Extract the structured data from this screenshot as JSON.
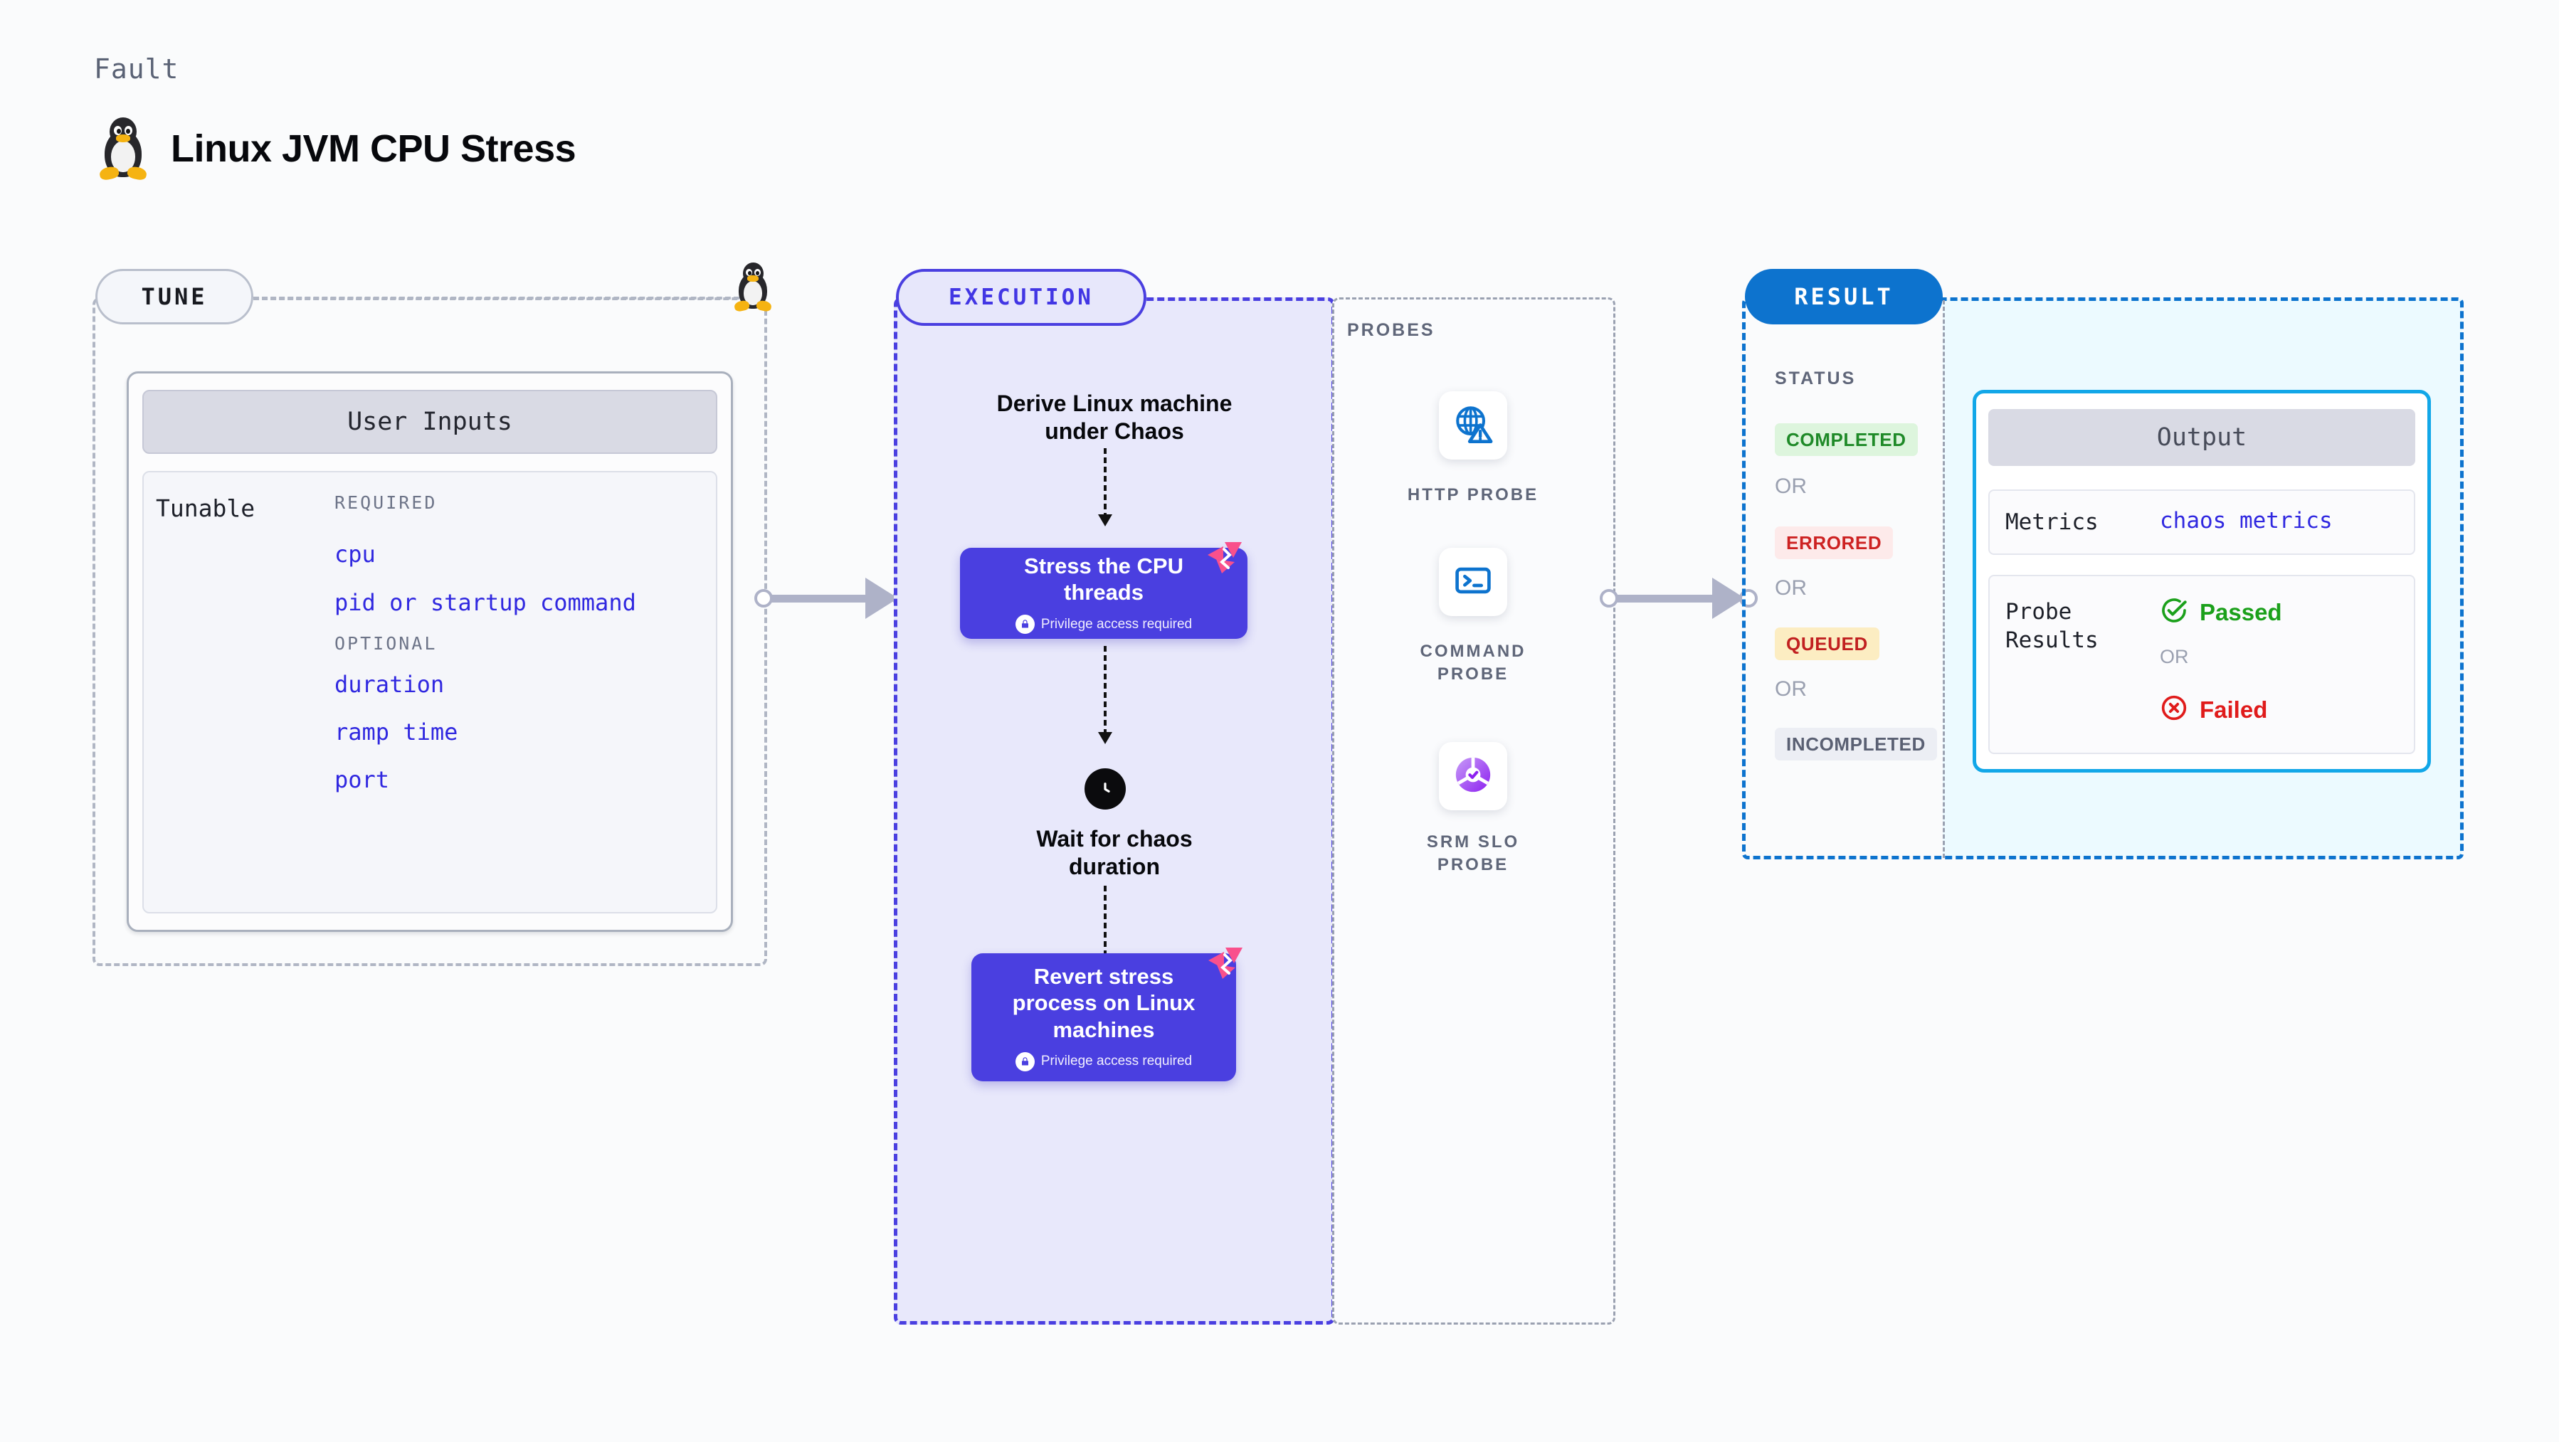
{
  "header": {
    "kicker": "Fault",
    "title": "Linux JVM CPU Stress",
    "icon": "linux-penguin-icon"
  },
  "tune": {
    "tag": "TUNE",
    "card_title": "User Inputs",
    "tunable_label": "Tunable",
    "groups": [
      {
        "label": "REQUIRED",
        "params": [
          "cpu",
          "pid or startup command"
        ]
      },
      {
        "label": "OPTIONAL",
        "params": [
          "duration",
          "ramp time",
          "port"
        ]
      }
    ]
  },
  "execution": {
    "tag": "EXECUTION",
    "steps": [
      {
        "type": "text",
        "label": "Derive Linux machine\nunder Chaos"
      },
      {
        "type": "node",
        "label": "Stress the CPU\nthreads",
        "privilege": "Privilege access required",
        "badge": "harness-chaos-icon"
      },
      {
        "type": "wait",
        "label": "Wait for chaos\nduration",
        "icon": "clock-icon"
      },
      {
        "type": "node",
        "label": "Revert stress\nprocess on Linux\nmachines",
        "privilege": "Privilege access required",
        "badge": "harness-chaos-icon"
      }
    ]
  },
  "probes": {
    "section_label": "PROBES",
    "items": [
      {
        "icon": "globe-warning-icon",
        "caption": "HTTP  PROBE"
      },
      {
        "icon": "terminal-icon",
        "caption": "COMMAND\nPROBE"
      },
      {
        "icon": "srm-slo-donut-icon",
        "caption": "SRM  SLO\nPROBE"
      }
    ]
  },
  "result": {
    "tag": "RESULT",
    "status_label": "STATUS",
    "or_text": "OR",
    "statuses": [
      "COMPLETED",
      "ERRORED",
      "QUEUED",
      "INCOMPLETED"
    ],
    "output": {
      "title": "Output",
      "metrics_key": "Metrics",
      "metrics_value": "chaos metrics",
      "probe_key": "Probe\nResults",
      "passed": "Passed",
      "failed": "Failed",
      "or_text": "OR"
    }
  },
  "colors": {
    "purple": "#4a3fe0",
    "blue": "#0d73ce",
    "cyan": "#12a7e8",
    "green": "#1f8a28",
    "red": "#cd2222",
    "amber": "#c12020",
    "pink": "#f9508c"
  }
}
